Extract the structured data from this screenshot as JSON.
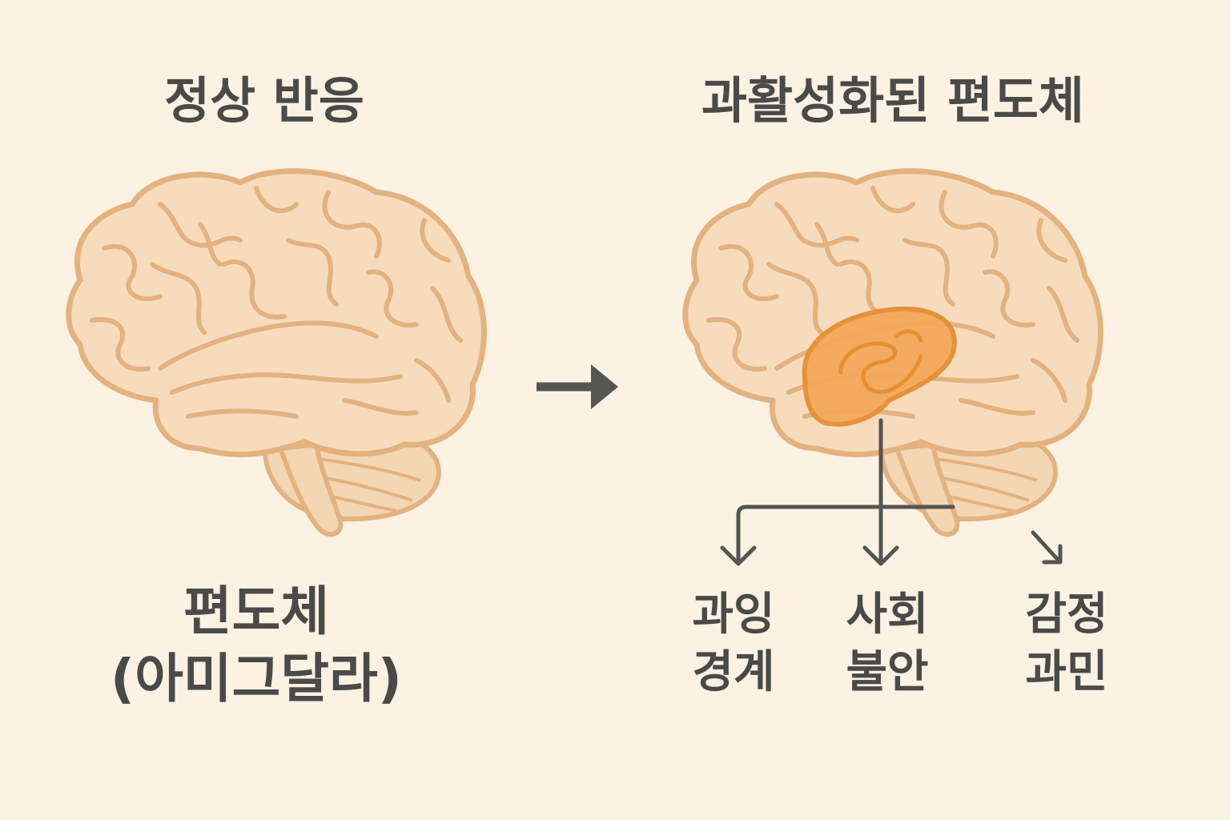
{
  "left_panel": {
    "title": "정상 반응",
    "label_line1": "편도체",
    "label_line2": "(아미그달라)"
  },
  "right_panel": {
    "title": "과활성화된 편도체",
    "effects": [
      {
        "line1": "과잉",
        "line2": "경계"
      },
      {
        "line1": "사회",
        "line2": "불안"
      },
      {
        "line1": "감정",
        "line2": "과민"
      }
    ]
  },
  "colors": {
    "background": "#fbf2e4",
    "brain_fill": "#f6dcbd",
    "brain_stroke": "#e3b27f",
    "amygdala_fill": "#f3a95a",
    "amygdala_stroke": "#e68f32",
    "text": "#4a4a48",
    "arrow": "#555553"
  },
  "icons": {
    "brain": "brain-illustration",
    "arrow": "right-arrow-icon"
  }
}
